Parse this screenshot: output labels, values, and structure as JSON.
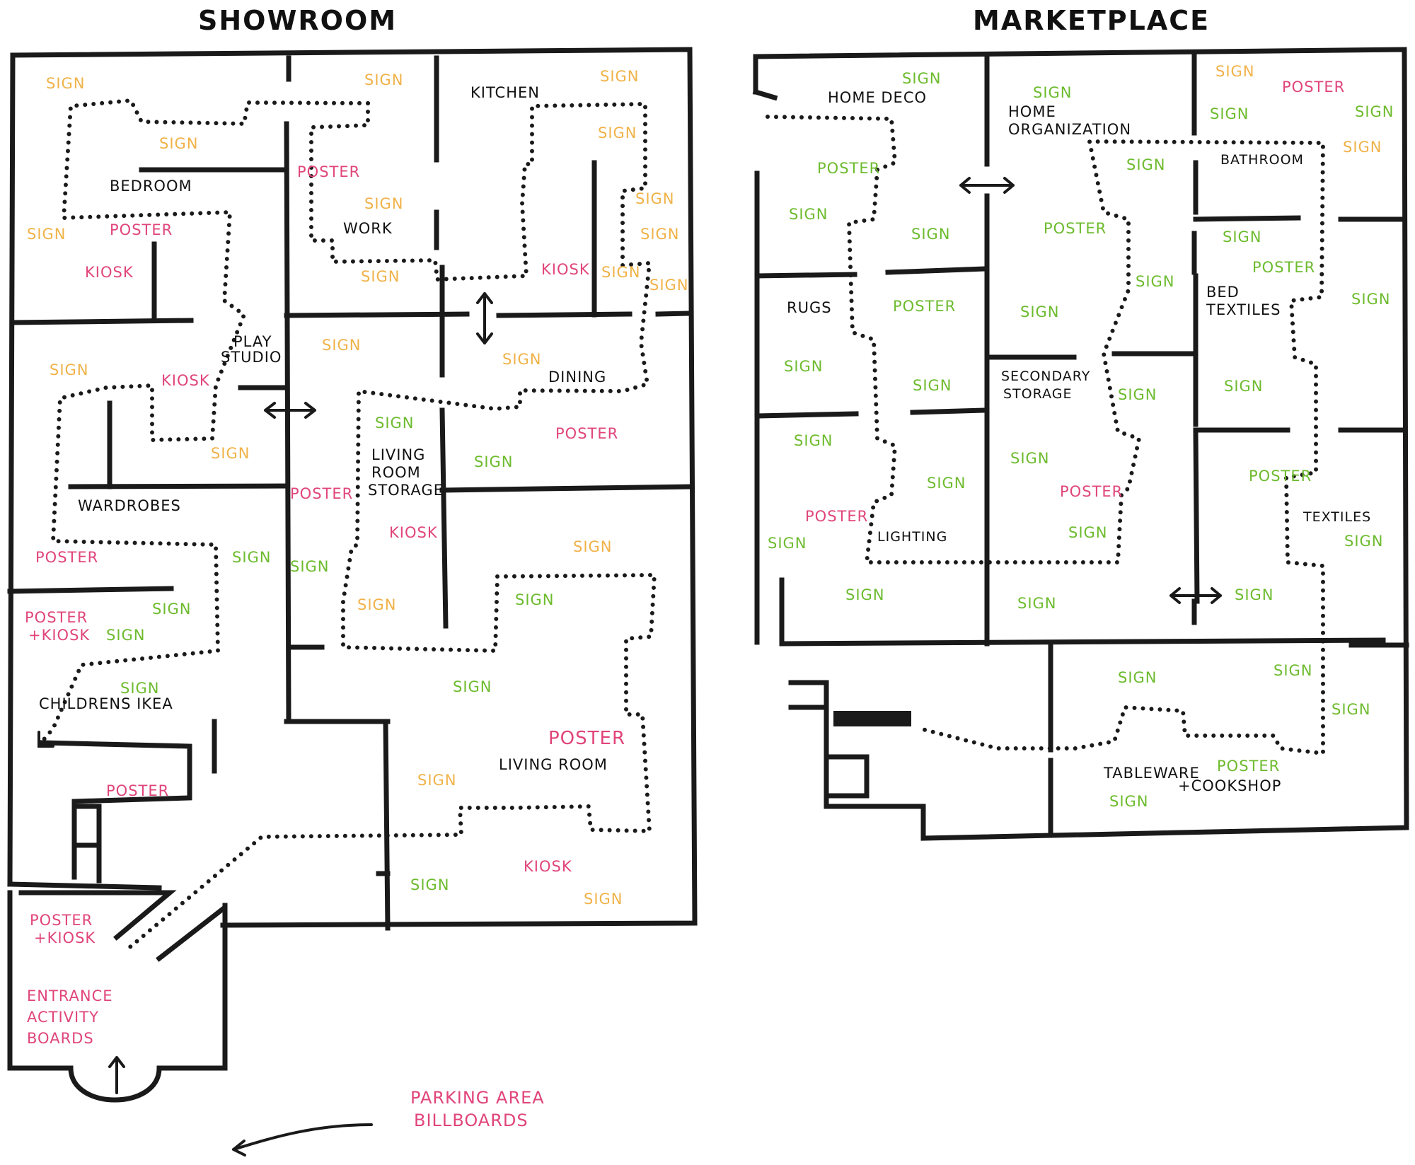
{
  "titles": {
    "showroom": "SHOWROOM",
    "marketplace": "MARKETPLACE"
  },
  "colors": {
    "sign_showroom": "#f0b248",
    "sign_marketplace": "#6dbb2e",
    "poster": "#e0457b",
    "kiosk": "#e0457b",
    "ink": "#111111"
  },
  "showroom": {
    "rooms": {
      "bedroom": "BEDROOM",
      "work": "WORK",
      "kitchen": "KITCHEN",
      "play_studio_1": "PLAY",
      "play_studio_2": "STUDIO",
      "dining": "DINING",
      "living_room_storage_1": "LIVING",
      "living_room_storage_2": "ROOM",
      "living_room_storage_3": "STORAGE",
      "wardrobes": "WARDROBES",
      "childrens_ikea": "CHILDRENS IKEA",
      "living_room": "LIVING ROOM"
    },
    "sign": "SIGN",
    "poster": "POSTER",
    "kiosk": "KIOSK",
    "poster_kiosk_1": "POSTER",
    "poster_kiosk_2": "+KIOSK",
    "entrance_1": "ENTRANCE",
    "entrance_2": "ACTIVITY",
    "entrance_3": "BOARDS",
    "parking_1": "PARKING AREA",
    "parking_2": "BILLBOARDS"
  },
  "marketplace": {
    "rooms": {
      "home_deco": "HOME DECO",
      "home_org_1": "HOME",
      "home_org_2": "ORGANIZATION",
      "bathroom": "BATHROOM",
      "rugs": "RUGS",
      "bed_textiles_1": "BED",
      "bed_textiles_2": "TEXTILES",
      "secondary_storage_1": "SECONDARY",
      "secondary_storage_2": "STORAGE",
      "lighting": "LIGHTING",
      "textiles": "TEXTILES",
      "tableware_1": "TABLEWARE",
      "tableware_2": "+COOKSHOP"
    },
    "sign": "SIGN",
    "poster": "POSTER"
  }
}
